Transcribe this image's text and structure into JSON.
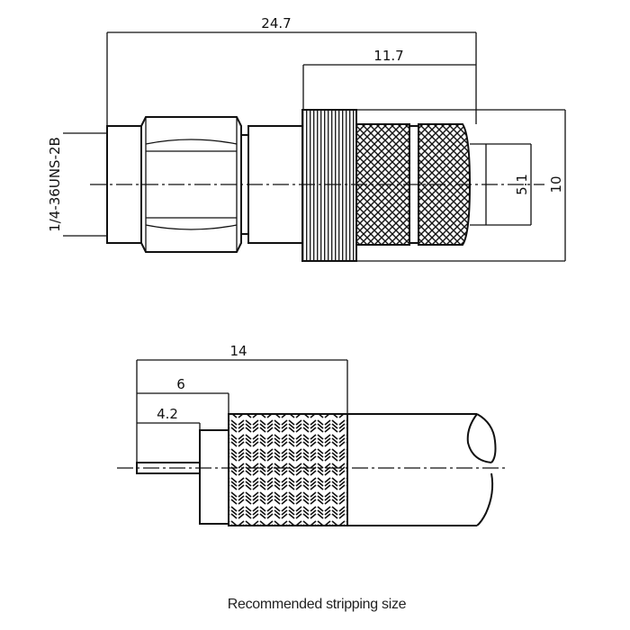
{
  "connector": {
    "thread_spec": "1/4-36UNS-2B",
    "overall_length": "24.7",
    "body_length": "11.7",
    "cable_diameter": "5.1",
    "body_diameter": "10"
  },
  "stripping": {
    "braid_length": "14",
    "dielectric_length": "6",
    "conductor_length": "4.2",
    "caption": "Recommended stripping size"
  }
}
